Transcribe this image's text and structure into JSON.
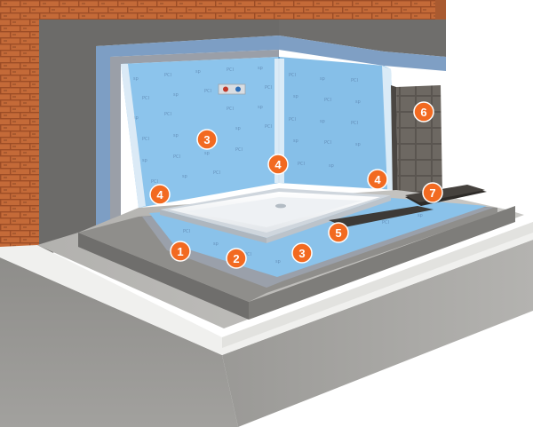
{
  "colors": {
    "accent": "#f26a21",
    "membrane": "#8cc4ec",
    "brick": "#c46a38",
    "concrete": "#a8a8a6",
    "screed": "#6f6e6c",
    "insulation": "#f0f0ee"
  },
  "callouts": [
    {
      "id": "c1",
      "label": "1"
    },
    {
      "id": "c2",
      "label": "2"
    },
    {
      "id": "c3a",
      "label": "3"
    },
    {
      "id": "c3b",
      "label": "3"
    },
    {
      "id": "c4a",
      "label": "4"
    },
    {
      "id": "c4b",
      "label": "4"
    },
    {
      "id": "c4c",
      "label": "4"
    },
    {
      "id": "c5",
      "label": "5"
    },
    {
      "id": "c6",
      "label": "6"
    },
    {
      "id": "c7",
      "label": "7"
    }
  ]
}
